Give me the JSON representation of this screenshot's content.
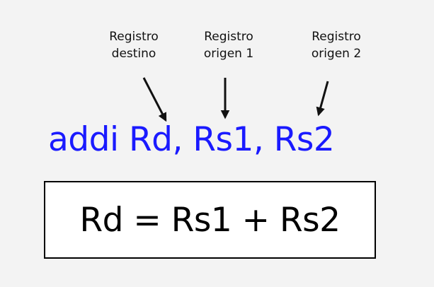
{
  "labels": {
    "destino": [
      "Registro",
      "destino"
    ],
    "origen1": [
      "Registro",
      "origen 1"
    ],
    "origen2": [
      "Registro",
      "origen 2"
    ]
  },
  "instruction": "addi Rd, Rs1, Rs2",
  "formula": "Rd = Rs1 + Rs2",
  "colors": {
    "instruction": "#1a1aff",
    "background": "#f3f3f3",
    "box_border": "#000000"
  }
}
